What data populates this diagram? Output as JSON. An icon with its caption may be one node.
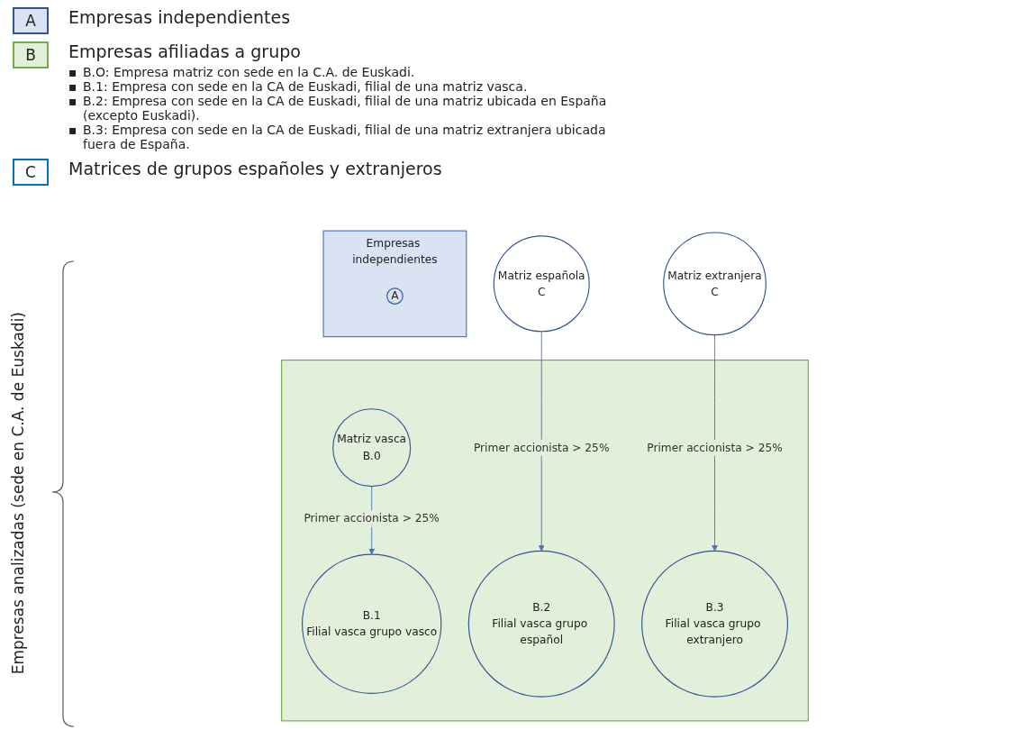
{
  "diagram": {
    "nodes": [
      {
        "text": [
          "Matriz española",
          "C"
        ]
      },
      {
        "text": [
          "Matriz extranjera",
          "C"
        ]
      },
      {
        "text": [
          "Empresas independientes"
        ]
      },
      {
        "text": [
          "A"
        ],
        "in": 2
      },
      {
        "text": [],
        "shape": "box"
      },
      {
        "text": [
          "Matriz vasca",
          "B.0"
        ],
        "in": 4
      },
      {
        "text": [
          "B.1",
          "Filial vasca grupo vasco"
        ],
        "in": 4
      },
      {
        "text": [
          "B.2",
          "Filial vasca grupo español"
        ],
        "in": 4
      },
      {
        "text": [
          "B.3",
          "Filial vasca grupo extranjero"
        ],
        "in": 4
      }
    ],
    "edges": [
      {
        "from": 5,
        "to": 6,
        "arrow": "to",
        "label": "Primer accionista > 25%"
      },
      {
        "from": 0,
        "to": 7,
        "arrow": "to",
        "label": "Primer accionista > 25%"
      },
      {
        "from": 1,
        "to": 8,
        "arrow": "to",
        "label": "Primer accionista > 25%"
      }
    ],
    "labels": [
      "A",
      "B",
      "▪",
      "B.O: Empresa matriz con sede en la C.A. de Euskadi.",
      "▪",
      "B.1: Empresa con sede en la CA de Euskadi, filial de una matriz vasca.",
      "▪",
      "B.2: Empresa con sede en la CA de Euskadi, filial de una matriz ubicada en España (excepto Euskadi).",
      "▪",
      "B.3: Empresa con sede en la CA de Euskadi, filial de una matriz extranjera ubicada fuera de España.",
      "C",
      "Empresas analizadas (sede en C.A. de Euskadi)"
    ],
    "legend": [
      {
        "text": "Empresas independientes",
        "color": "#dae3f3"
      },
      {
        "text": "Empresas afiliadas a grupo",
        "color": "#e2efda"
      },
      {
        "text": "Matrices de grupos españoles y extranjeros",
        "color": "#ffffff"
      }
    ]
  }
}
